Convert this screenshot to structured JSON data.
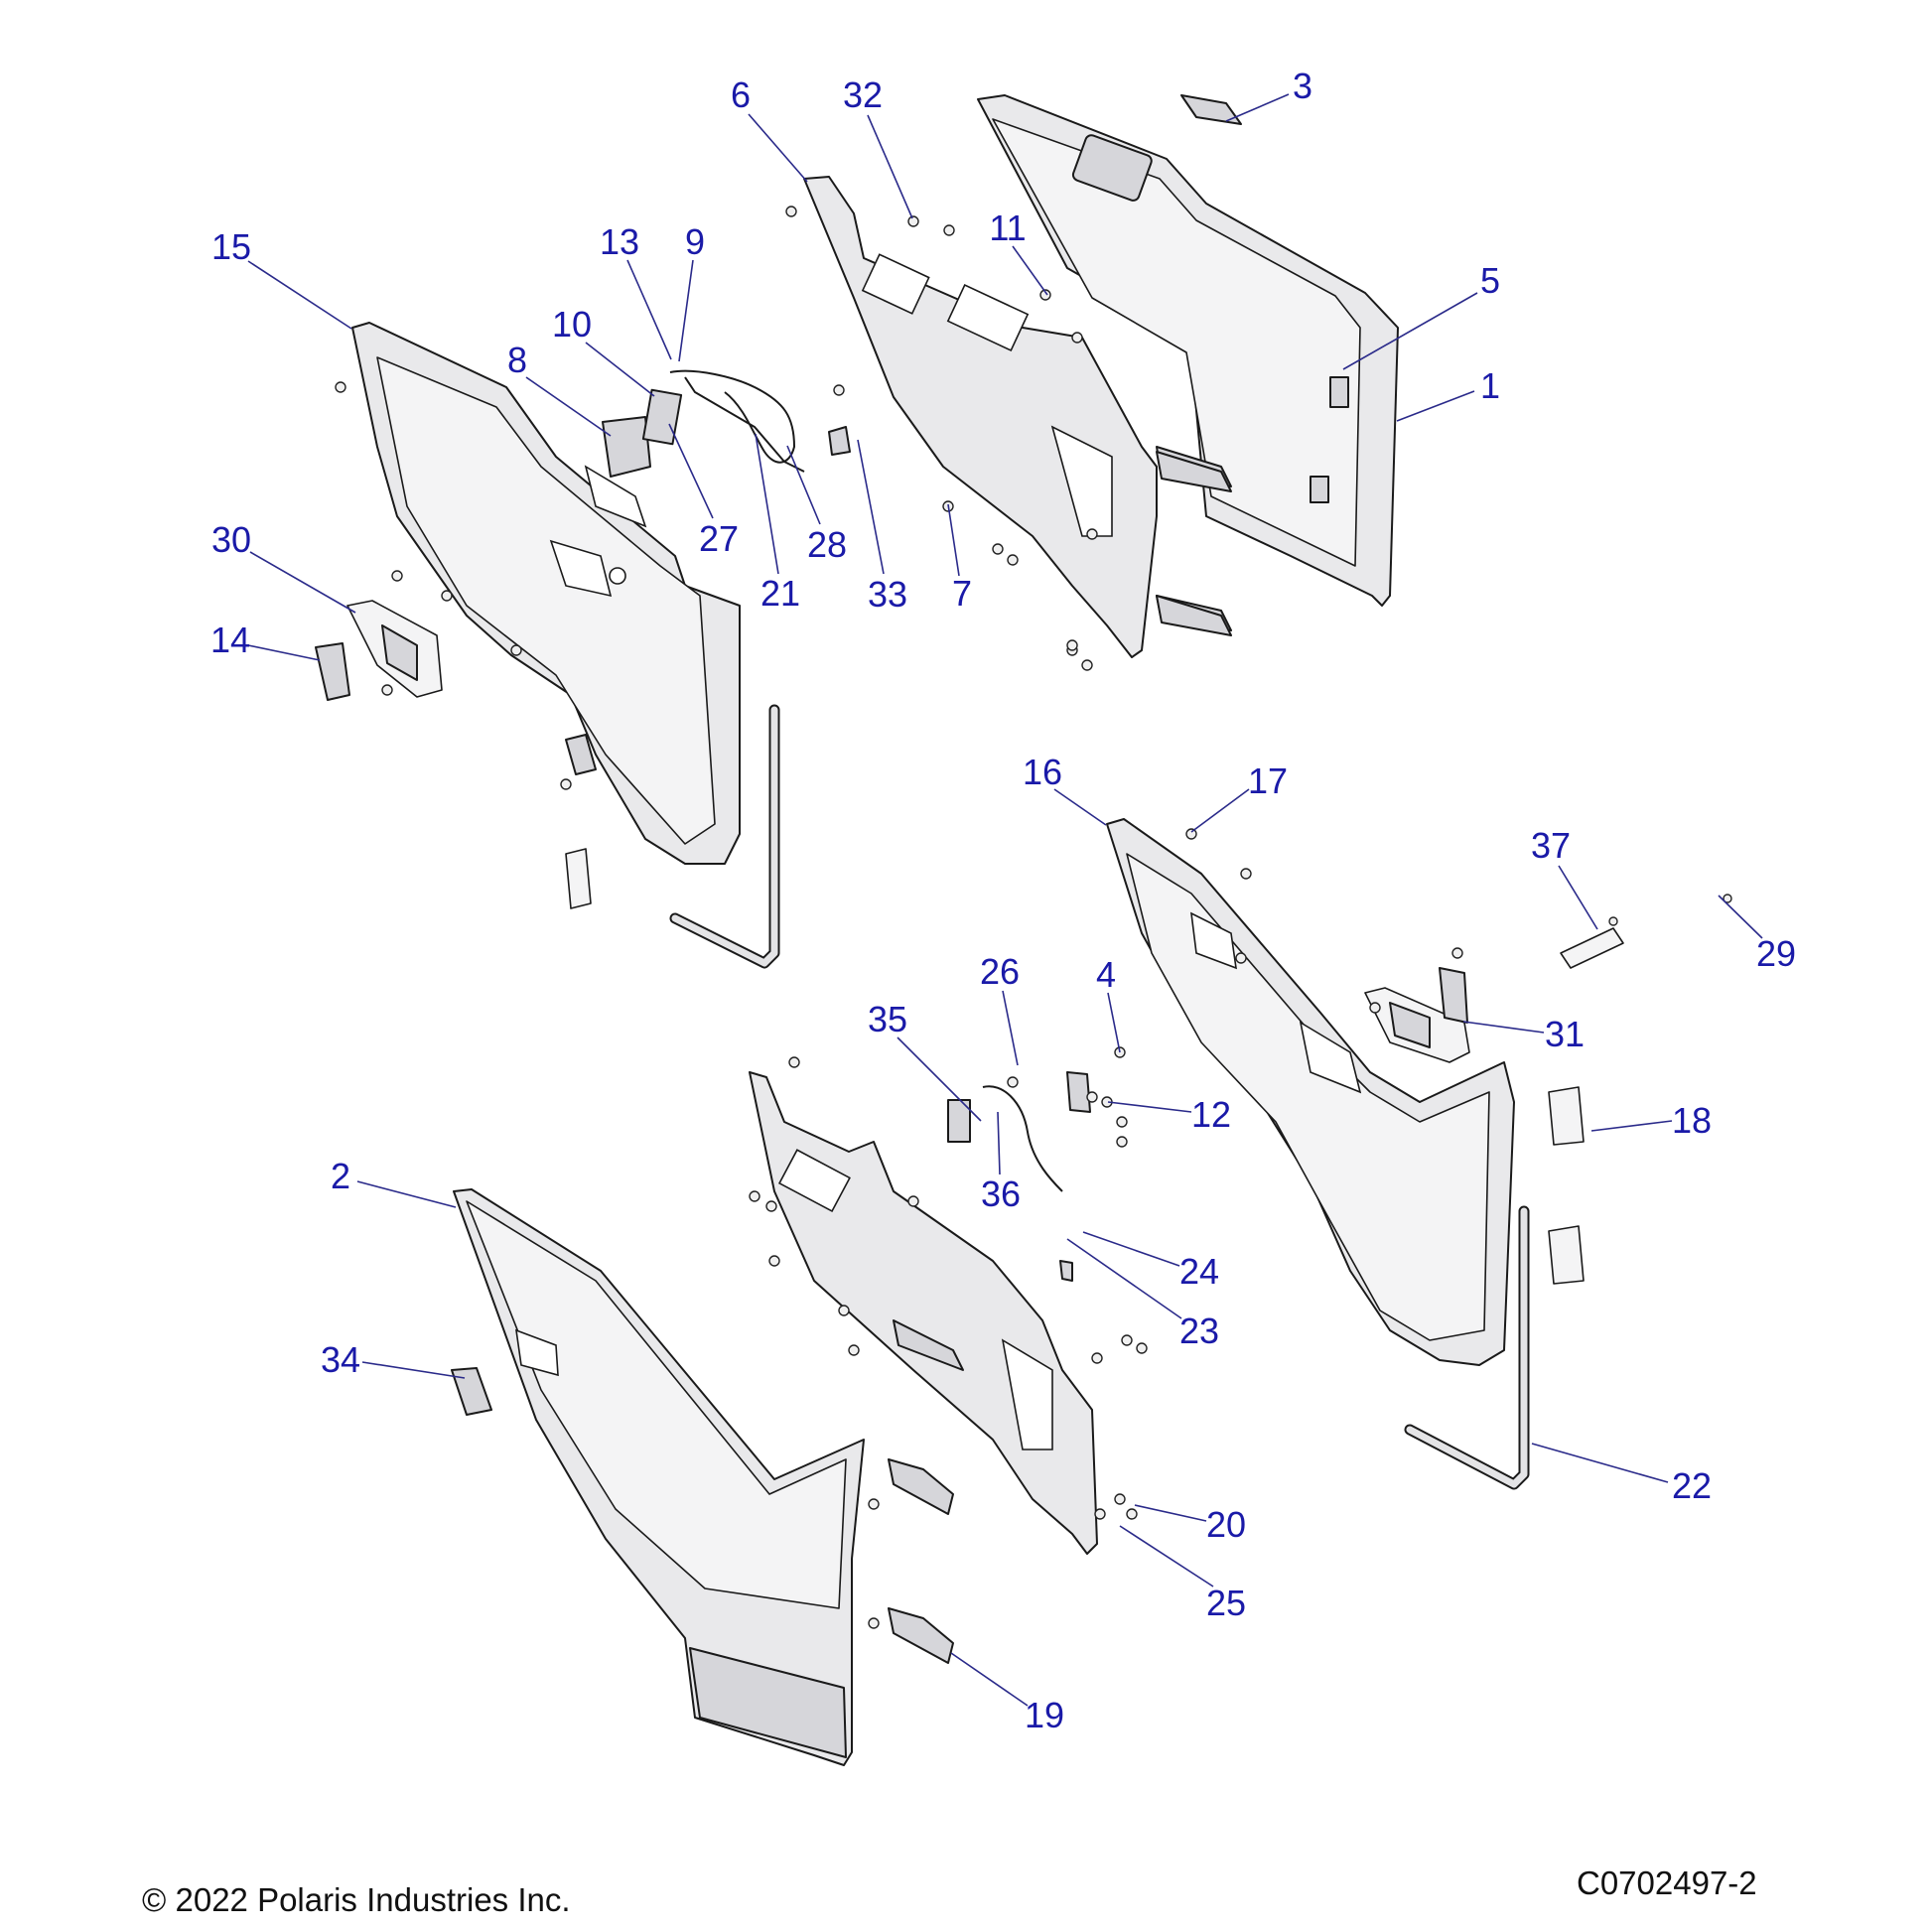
{
  "diagram": {
    "title": "Door panels and hardware exploded view",
    "callouts": [
      {
        "id": "1",
        "label": "1"
      },
      {
        "id": "2",
        "label": "2"
      },
      {
        "id": "3",
        "label": "3"
      },
      {
        "id": "4",
        "label": "4"
      },
      {
        "id": "5",
        "label": "5"
      },
      {
        "id": "6",
        "label": "6"
      },
      {
        "id": "7",
        "label": "7"
      },
      {
        "id": "8",
        "label": "8"
      },
      {
        "id": "9",
        "label": "9"
      },
      {
        "id": "10",
        "label": "10"
      },
      {
        "id": "11",
        "label": "11"
      },
      {
        "id": "12",
        "label": "12"
      },
      {
        "id": "13",
        "label": "13"
      },
      {
        "id": "14",
        "label": "14"
      },
      {
        "id": "15",
        "label": "15"
      },
      {
        "id": "16",
        "label": "16"
      },
      {
        "id": "17",
        "label": "17"
      },
      {
        "id": "18",
        "label": "18"
      },
      {
        "id": "19",
        "label": "19"
      },
      {
        "id": "20",
        "label": "20"
      },
      {
        "id": "21",
        "label": "21"
      },
      {
        "id": "22",
        "label": "22"
      },
      {
        "id": "23",
        "label": "23"
      },
      {
        "id": "24",
        "label": "24"
      },
      {
        "id": "25",
        "label": "25"
      },
      {
        "id": "26",
        "label": "26"
      },
      {
        "id": "27",
        "label": "27"
      },
      {
        "id": "28",
        "label": "28"
      },
      {
        "id": "29",
        "label": "29"
      },
      {
        "id": "30",
        "label": "30"
      },
      {
        "id": "31",
        "label": "31"
      },
      {
        "id": "32",
        "label": "32"
      },
      {
        "id": "33",
        "label": "33"
      },
      {
        "id": "34",
        "label": "34"
      },
      {
        "id": "35",
        "label": "35"
      },
      {
        "id": "36",
        "label": "36"
      },
      {
        "id": "37",
        "label": "37"
      }
    ],
    "label_color": "#1a1aa8"
  },
  "footer": {
    "copyright": "© 2022 Polaris Industries Inc.",
    "drawing_number": "C0702497-2"
  }
}
